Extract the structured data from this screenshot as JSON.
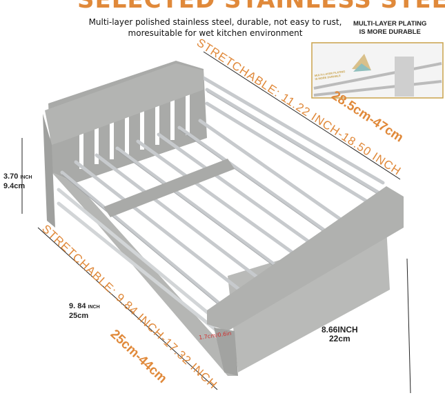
{
  "title": "SELECTED STAINLESS STEEL",
  "subtitle": [
    "Multi-layer polished stainless steel, durable, not easy to rust,",
    "moresuitable for wet kitchen environment"
  ],
  "inset": {
    "caption": [
      "MULTI-LAYER PLATING",
      "IS MORE DURABLE"
    ],
    "small_label": [
      "MULTI-LAYER PLATING",
      "IS MORE DURABLE"
    ],
    "border_color": "#c9a24a"
  },
  "dimensions": {
    "length_stretch": "STRETCHABLE: 11.22 INCH-18.50 INCH",
    "length_cm": "28.5cm-47cm",
    "width_stretch": "STRETCHABLE: 9.84 INCH-17.32 INCH",
    "width_cm": "25cm-44cm",
    "height_in": "3.70",
    "height_in_unit": "INCH",
    "height_cm": "9.4cm",
    "depth_in": "9. 84",
    "depth_in_unit": "INCH",
    "depth_cm": "25cm",
    "end_in": "8.66INCH",
    "end_cm": "22cm",
    "rod_gap": "1.7cm/0.6in"
  },
  "colors": {
    "accent": "#e0893a",
    "basket_gray": "#a9aaa8",
    "steel": "#cfd2d4"
  }
}
